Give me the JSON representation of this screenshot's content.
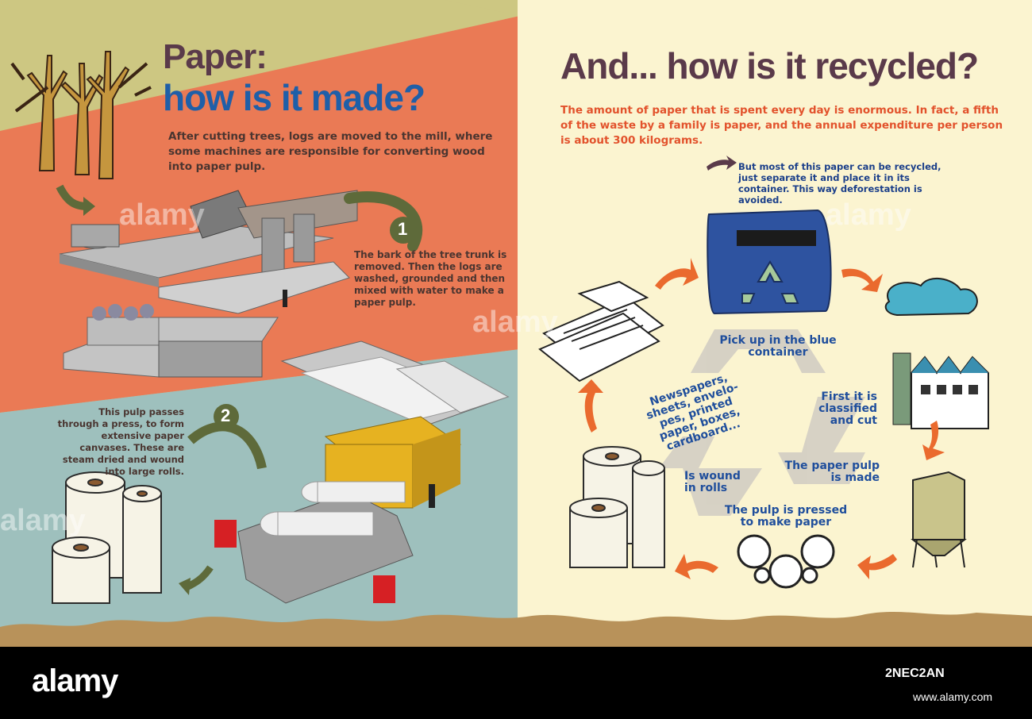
{
  "left": {
    "title_line1": "Paper:",
    "title_line2": "how is it made?",
    "intro": "After cutting trees, logs are moved to the mill, where some machines are responsible for converting wood into paper pulp.",
    "step1_number": "1",
    "step1_text": "The bark of the tree trunk is removed. Then the logs are washed, grounded and then mixed with water to make a paper pulp.",
    "step2_number": "2",
    "step2_text": "This pulp passes through a press, to form extensive paper canvases. These are steam dried and wound into large rolls."
  },
  "right": {
    "title": "And... how is it recycled?",
    "intro": "The amount of paper that is spent every day is enormous. In fact, a fifth of the waste by a family is paper, and the annual expenditure per person is about 300 kilograms.",
    "note": "But most of this paper can be recycled, just separate it and place it in its container. This way deforestation is avoided.",
    "cycle": {
      "pickup": "Pick up in the blue container",
      "classified": "First it is classified and cut",
      "pulp": "The paper pulp is made",
      "pressed": "The pulp is pressed to make paper",
      "wound": "Is wound in rolls",
      "materials": "Newspapers, sheets, envelo-pes, printed paper, boxes, cardboard..."
    }
  },
  "watermark": "alamy",
  "footer": {
    "logo": "alamy",
    "image_id": "2NEC2AN",
    "url": "www.alamy.com"
  },
  "colors": {
    "olive_bg": "#cdc782",
    "orange_bg": "#ea7a55",
    "teal_bg": "#9ec0bd",
    "cream_bg": "#fbf4d0",
    "title_plum": "#5a3a4a",
    "title_blue": "#1f5fa8",
    "arrow_orange": "#ea6a2e",
    "bin_blue": "#2e53a0",
    "arrow_olive": "#5e6a3a"
  }
}
